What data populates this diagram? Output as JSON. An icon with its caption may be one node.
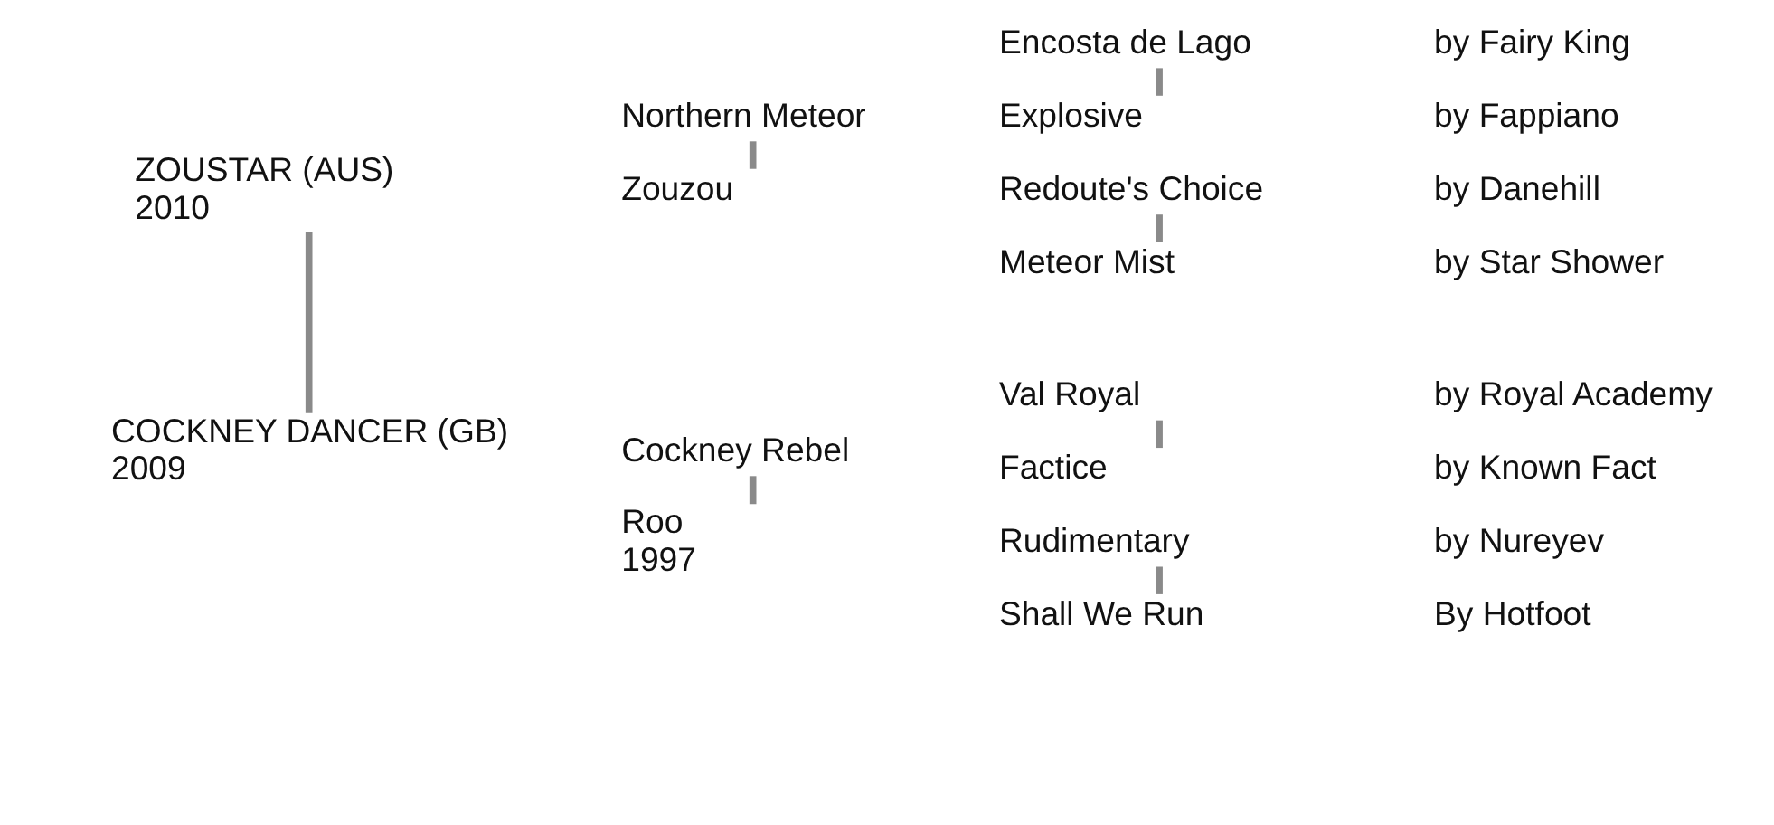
{
  "diagram": {
    "nodes": [
      {
        "text": [
          "ZOUSTAR (AUS)",
          "2010"
        ]
      },
      {
        "text": [
          "COCKNEY DANCER (GB)",
          "2009"
        ]
      },
      {
        "text": [
          "Northern Meteor"
        ]
      },
      {
        "text": [
          "Zouzou"
        ]
      },
      {
        "text": [
          "Cockney Rebel"
        ]
      },
      {
        "text": [
          "Roo",
          "1997"
        ]
      },
      {
        "text": [
          "Encosta de Lago"
        ]
      },
      {
        "text": [
          "Explosive"
        ]
      },
      {
        "text": [
          "Redoute's Choice"
        ]
      },
      {
        "text": [
          "Meteor Mist"
        ]
      },
      {
        "text": [
          "Val Royal"
        ]
      },
      {
        "text": [
          "Factice"
        ]
      },
      {
        "text": [
          "Rudimentary"
        ]
      },
      {
        "text": [
          "Shall We Run"
        ]
      }
    ],
    "edges": [
      {
        "from": 0,
        "to": 1,
        "arrow": "none"
      },
      {
        "from": 2,
        "to": 3,
        "arrow": "none"
      },
      {
        "from": 4,
        "to": 5,
        "arrow": "none"
      },
      {
        "from": 6,
        "to": 7,
        "arrow": "none"
      },
      {
        "from": 8,
        "to": 9,
        "arrow": "none"
      },
      {
        "from": 10,
        "to": 11,
        "arrow": "none"
      },
      {
        "from": 12,
        "to": 13,
        "arrow": "none"
      }
    ],
    "labels": [
      "by Fairy King",
      "by Fappiano",
      "by Danehill",
      "by Star Shower",
      "by Royal Academy",
      "by Known Fact",
      "by Nureyev",
      "By Hotfoot"
    ]
  }
}
